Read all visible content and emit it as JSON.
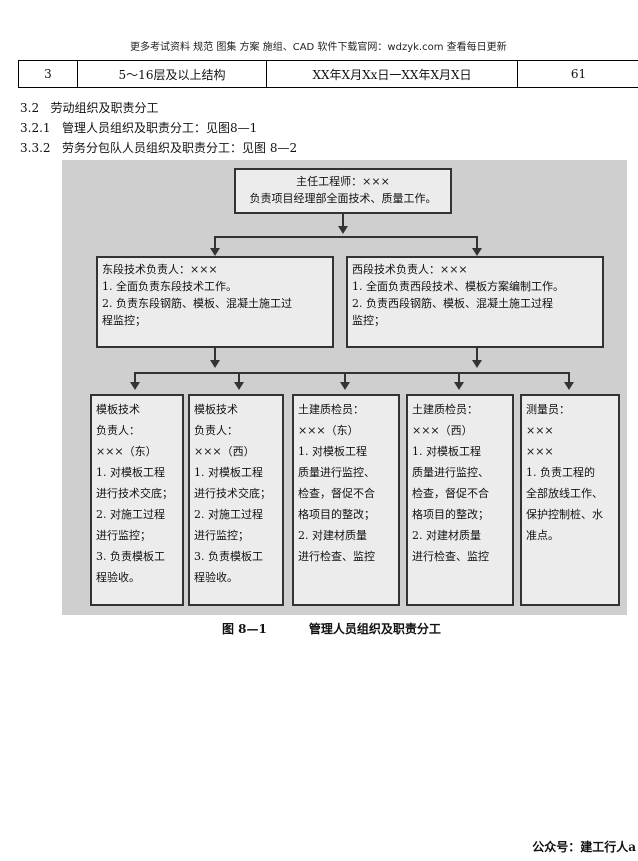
{
  "header_text": "更多考试资料 规范 图集 方案 施组、CAD 软件下载官网：wdzyk.com 查看每日更新",
  "schedule_row": {
    "index": "3",
    "scope": "5～16层及以上结构",
    "period": "XX年X月Xx日一XX年X月X日",
    "days": "61"
  },
  "sections": [
    {
      "number": "3.2",
      "title": "劳动组织及职责分工"
    },
    {
      "number": "3.2.1",
      "title": "管理人员组织及职责分工：见图8—1"
    },
    {
      "number": "3.3.2",
      "title": "劳务分包队人员组织及职责分工：见图 8—2"
    }
  ],
  "org_chart": {
    "top": {
      "lines": [
        "主任工程师：×××",
        "负责项目经理部全面技术、质量工作。"
      ]
    },
    "level2": [
      {
        "lines": [
          "东段技术负责人：×××",
          "1. 全面负责东段技术工作。",
          "2. 负责东段钢筋、模板、混凝土施工过",
          "程监控；"
        ]
      },
      {
        "lines": [
          "西段技术负责人：×××",
          "1. 全面负责西段技术、模板方案编制工作。",
          "2. 负责西段钢筋、模板、混凝土施工过程",
          "监控；"
        ]
      }
    ],
    "level3": [
      {
        "lines": [
          "模板技术",
          "负责人：",
          "×××（东）",
          "1. 对模板工程",
          "进行技术交底；",
          "2. 对施工过程",
          "进行监控；",
          "3. 负责模板工",
          "程验收。"
        ]
      },
      {
        "lines": [
          "模板技术",
          "负责人：",
          "×××（西）",
          "1. 对模板工程",
          "进行技术交底；",
          "2. 对施工过程",
          "进行监控；",
          "3. 负责模板工",
          "程验收。"
        ]
      },
      {
        "lines": [
          "土建质检员：",
          "×××（东）",
          "1. 对模板工程",
          "质量进行监控、",
          "检查，督促不合",
          "格项目的整改；",
          "2. 对建材质量",
          "进行检查、监控"
        ]
      },
      {
        "lines": [
          "土建质检员：",
          "×××（西）",
          "1. 对模板工程",
          "质量进行监控、",
          "检查，督促不合",
          "格项目的整改；",
          "2. 对建材质量",
          "进行检查、监控"
        ]
      },
      {
        "lines": [
          "测量员：",
          "×××",
          "×××",
          "1. 负责工程的",
          "全部放线工作、",
          "保护控制桩、水",
          "准点。"
        ]
      }
    ]
  },
  "caption": {
    "number": "图 8—1",
    "title": "管理人员组织及职责分工"
  },
  "footer": "公众号：建工行人a"
}
